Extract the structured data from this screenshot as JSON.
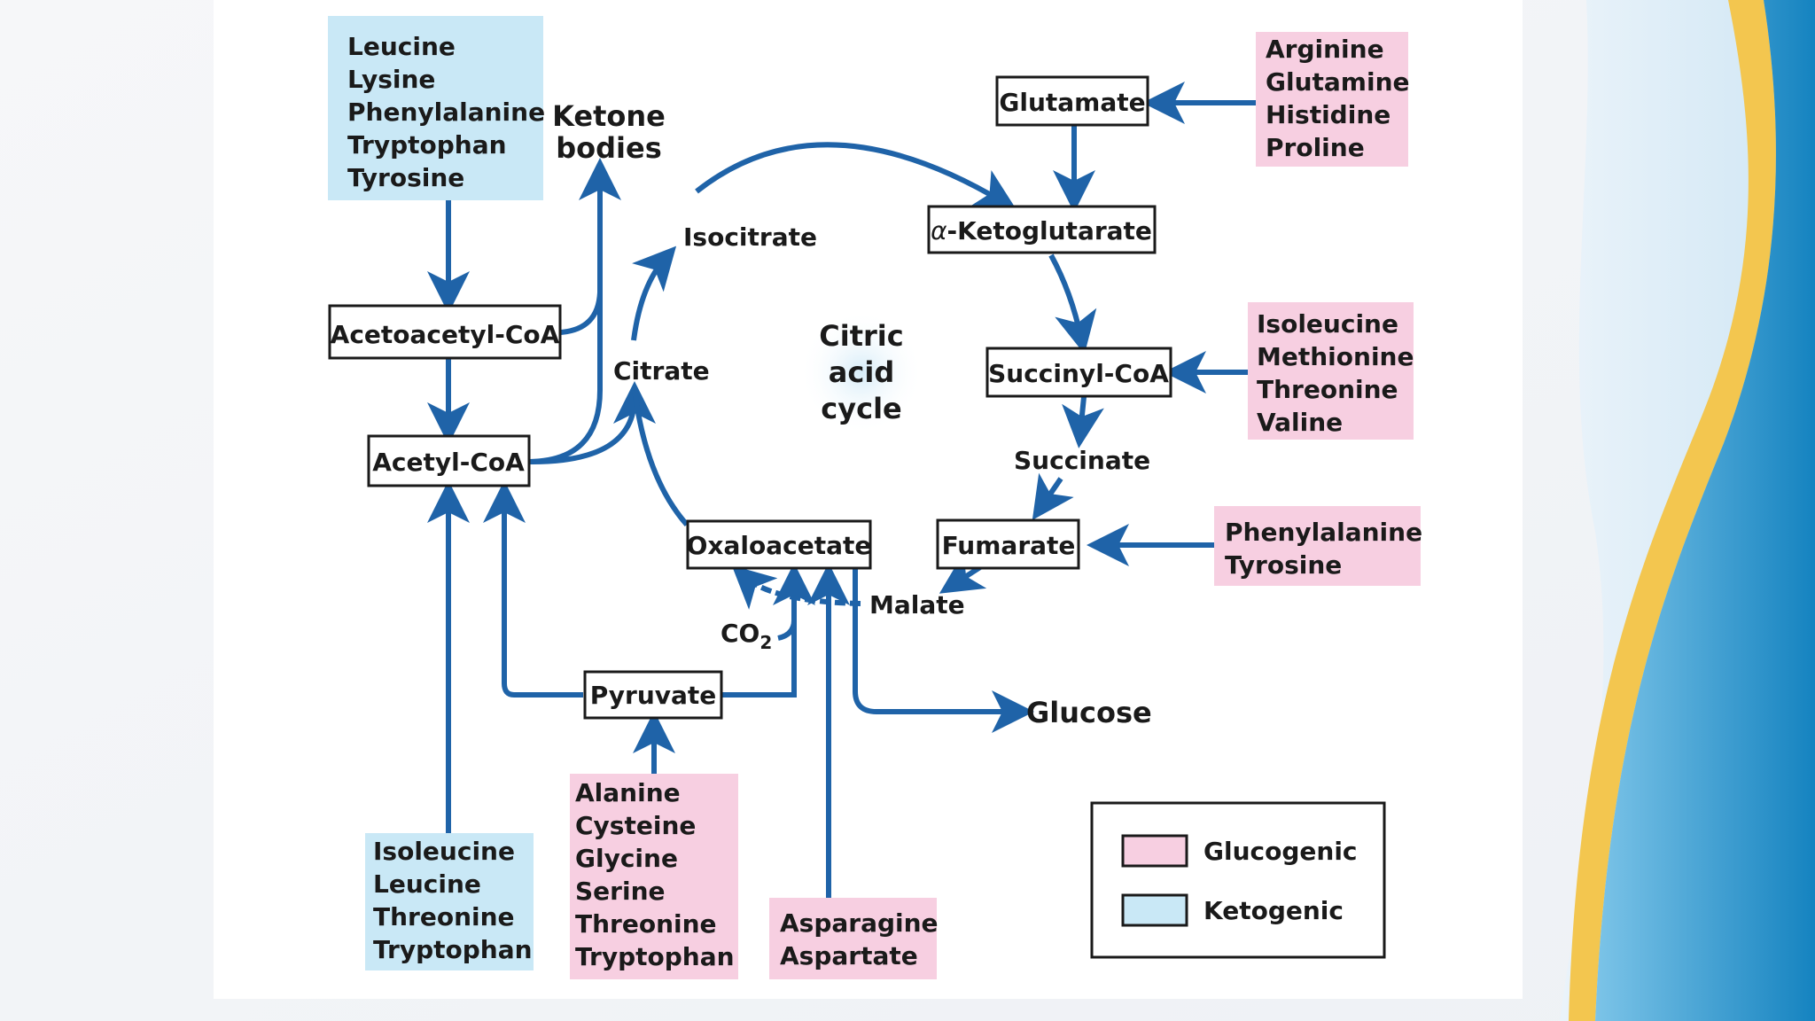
{
  "cycle": {
    "lines": [
      "Citric",
      "acid",
      "cycle"
    ]
  },
  "nodes": {
    "acetoacetyl": "Acetoacetyl-CoA",
    "acetyl": "Acetyl-CoA",
    "glutamate": "Glutamate",
    "ketoglutarate": "-Ketoglutarate",
    "ketoglutarate_alpha": "α",
    "succinyl": "Succinyl-CoA",
    "fumarate": "Fumarate",
    "oxaloacetate": "Oxaloacetate",
    "pyruvate": "Pyruvate"
  },
  "labels": {
    "ketone": [
      "Ketone",
      "bodies"
    ],
    "isocitrate": "Isocitrate",
    "citrate": "Citrate",
    "succinate": "Succinate",
    "malate": "Malate",
    "co2": "CO",
    "co2_sub": "2",
    "glucose": "Glucose"
  },
  "groups": {
    "ketogenic_top": [
      "Leucine",
      "Lysine",
      "Phenylalanine",
      "Tryptophan",
      "Tyrosine"
    ],
    "ketogenic_bottom": [
      "Isoleucine",
      "Leucine",
      "Threonine",
      "Tryptophan"
    ],
    "glutamate_in": [
      "Arginine",
      "Glutamine",
      "Histidine",
      "Proline"
    ],
    "succinyl_in": [
      "Isoleucine",
      "Methionine",
      "Threonine",
      "Valine"
    ],
    "fumarate_in": [
      "Phenylalanine",
      "Tyrosine"
    ],
    "pyruvate_in": [
      "Alanine",
      "Cysteine",
      "Glycine",
      "Serine",
      "Threonine",
      "Tryptophan"
    ],
    "oxaloacetate_in": [
      "Asparagine",
      "Aspartate"
    ]
  },
  "legend": {
    "glucogenic": "Glucogenic",
    "ketogenic": "Ketogenic"
  },
  "colors": {
    "arrow": "#1f63a8",
    "glucogenic": "#f7cfe1",
    "ketogenic": "#c9e8f6",
    "accent_yellow": "#f3c64f",
    "accent_blue": "#1e8fc8"
  }
}
